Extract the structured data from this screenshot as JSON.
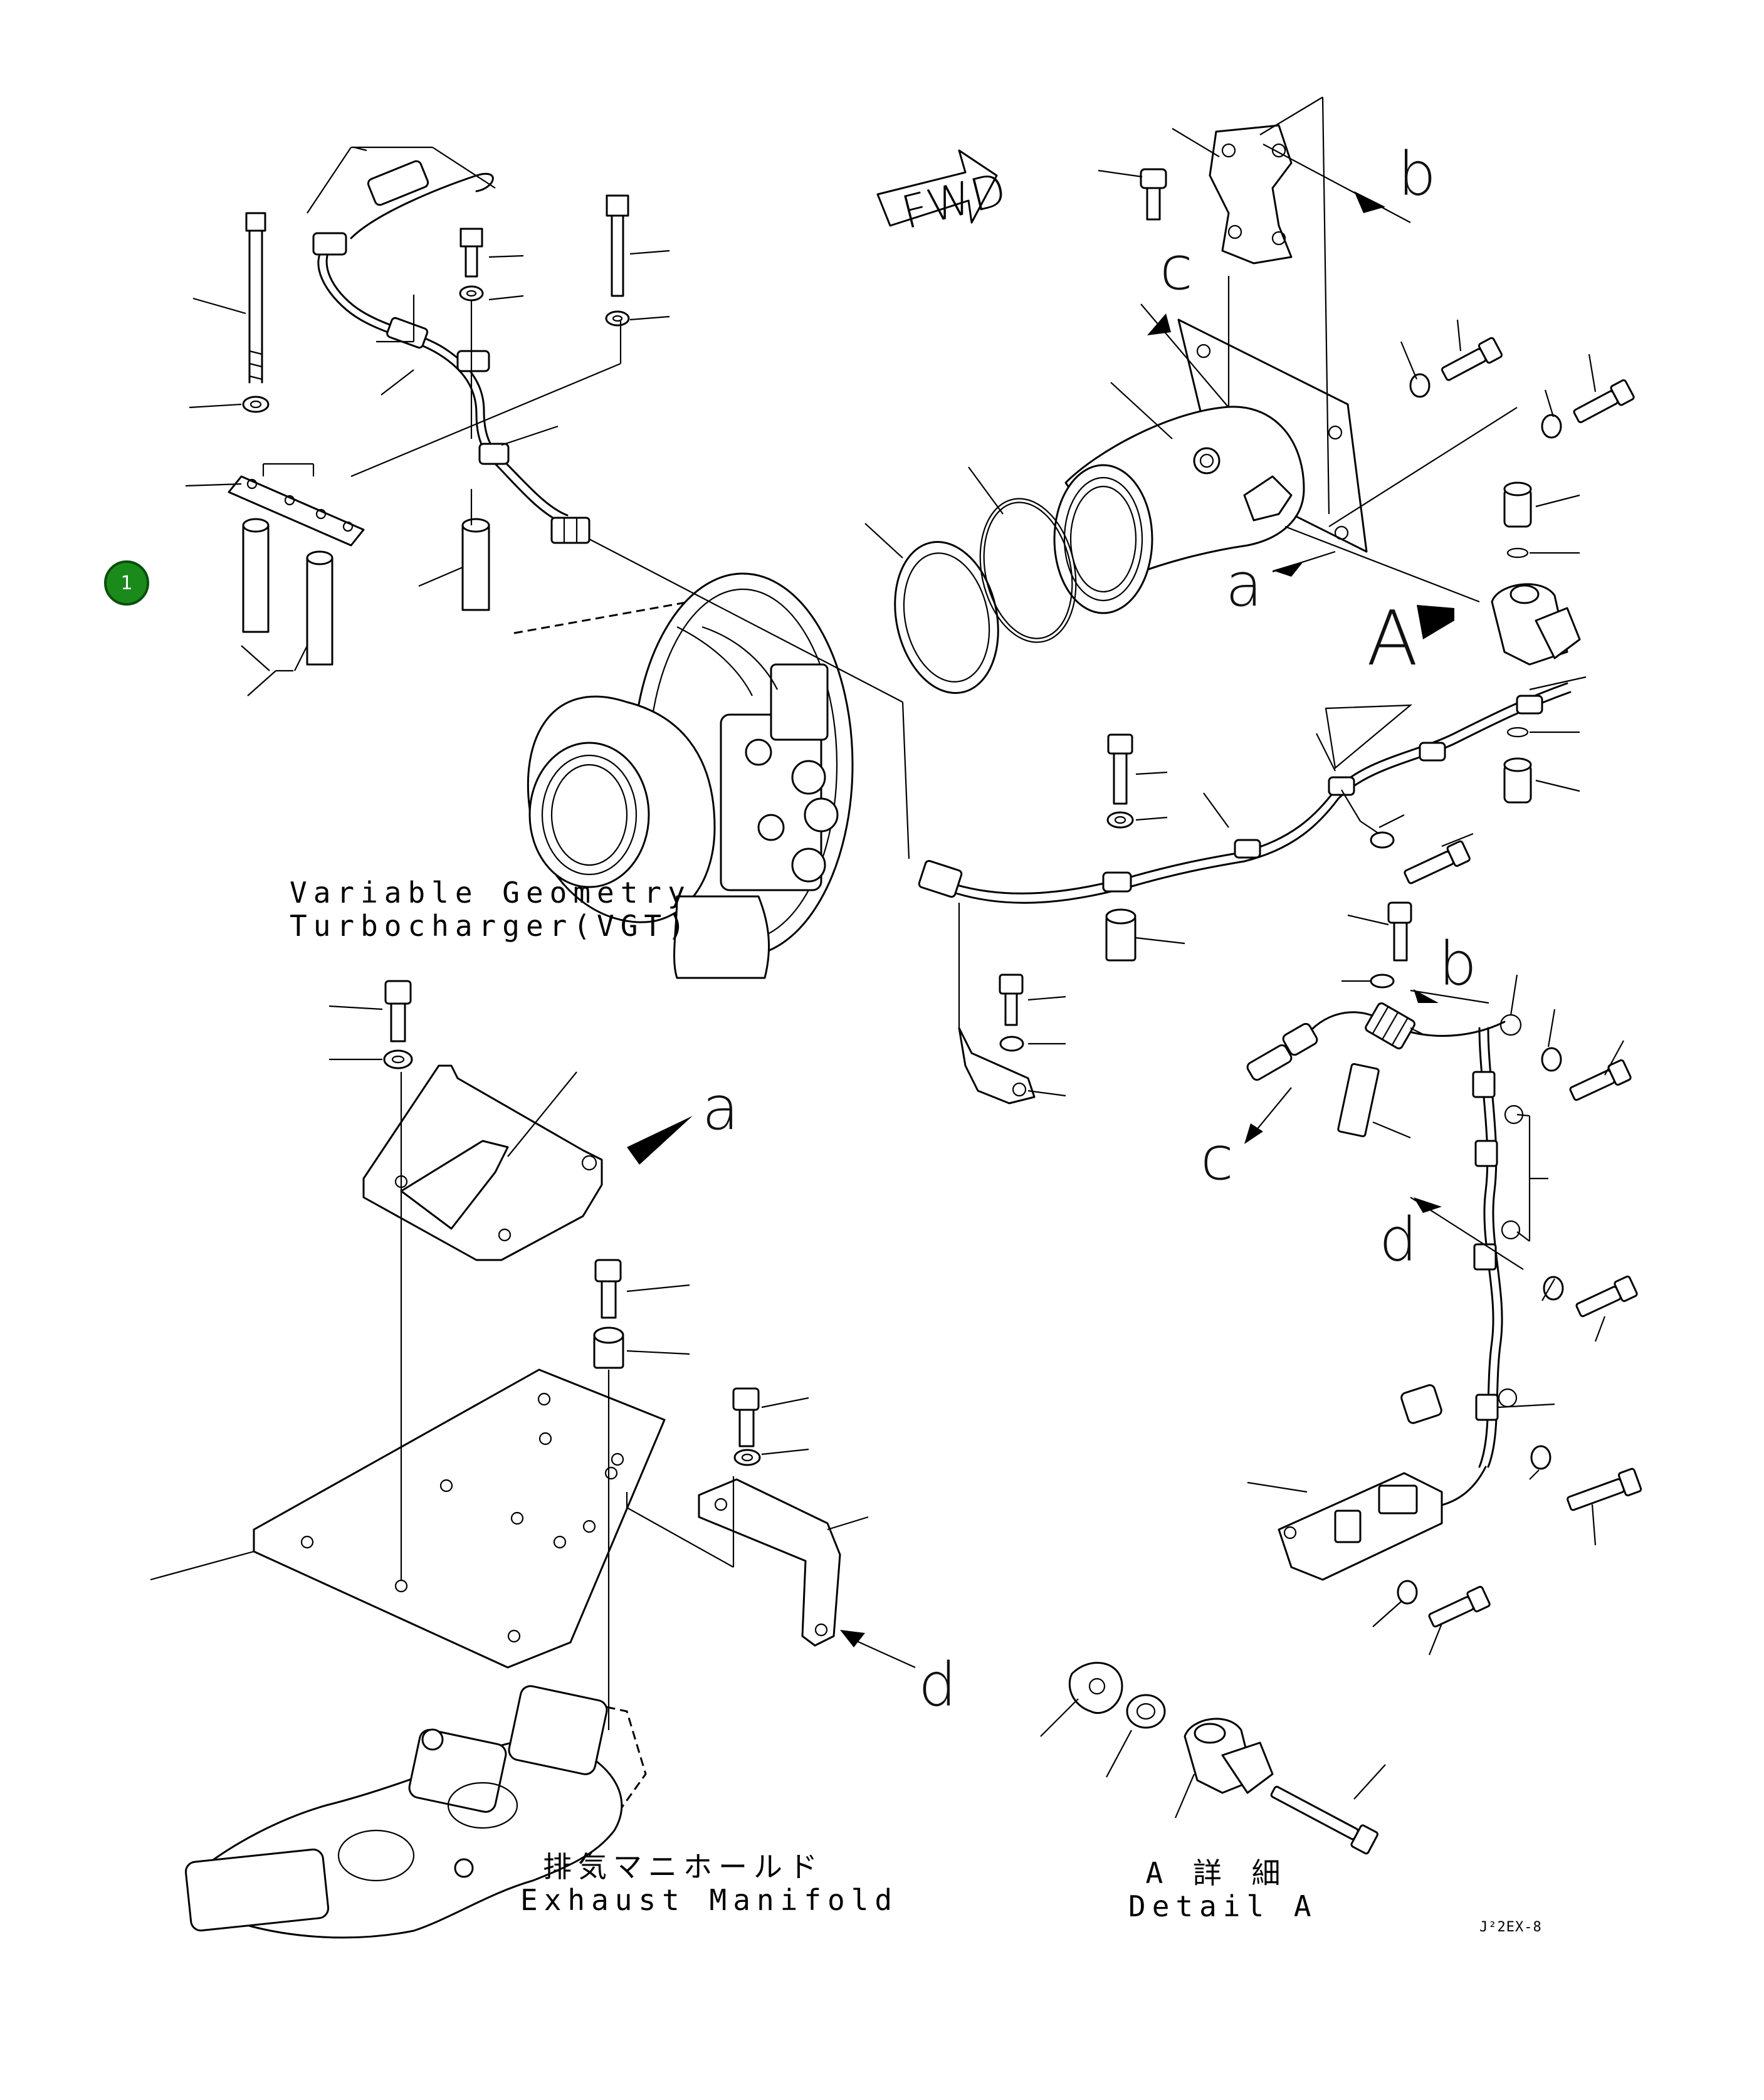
{
  "labels": {
    "vgt_line1": "Variable Geometry",
    "vgt_line2": "Turbocharger(VGT)",
    "manifold_jp": "排気マニホールド",
    "manifold_en": "Exhaust Manifold",
    "detail_jp": "A 詳 細",
    "detail_en": "Detail A",
    "fwd": "FWD",
    "view_a": "A",
    "ref_a": "a",
    "ref_b": "b",
    "ref_c": "c",
    "ref_d": "d",
    "drawing_code": "J²2EX-8"
  },
  "marker": {
    "number": "1",
    "color": "#1a8a1a"
  }
}
